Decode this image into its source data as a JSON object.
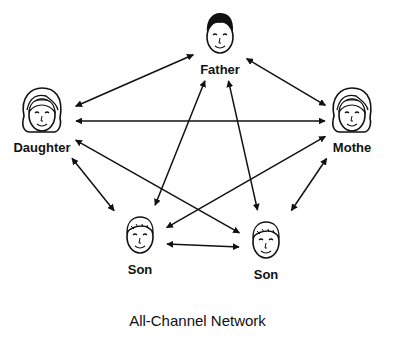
{
  "diagram": {
    "caption": "All-Channel Network",
    "nodes": [
      {
        "text": [
          "Father"
        ]
      },
      {
        "text": [
          "Daughter"
        ]
      },
      {
        "text": [
          "Mothe"
        ]
      },
      {
        "text": [
          "Son"
        ]
      },
      {
        "text": [
          "Son"
        ]
      }
    ],
    "edges": [
      {
        "from": 0,
        "to": 1,
        "arrow": "both"
      },
      {
        "from": 0,
        "to": 2,
        "arrow": "both"
      },
      {
        "from": 0,
        "to": 3,
        "arrow": "both"
      },
      {
        "from": 0,
        "to": 4,
        "arrow": "both"
      },
      {
        "from": 1,
        "to": 2,
        "arrow": "both"
      },
      {
        "from": 1,
        "to": 3,
        "arrow": "both"
      },
      {
        "from": 1,
        "to": 4,
        "arrow": "both"
      },
      {
        "from": 2,
        "to": 3,
        "arrow": "both"
      },
      {
        "from": 2,
        "to": 4,
        "arrow": "both"
      },
      {
        "from": 3,
        "to": 4,
        "arrow": "both"
      }
    ]
  }
}
